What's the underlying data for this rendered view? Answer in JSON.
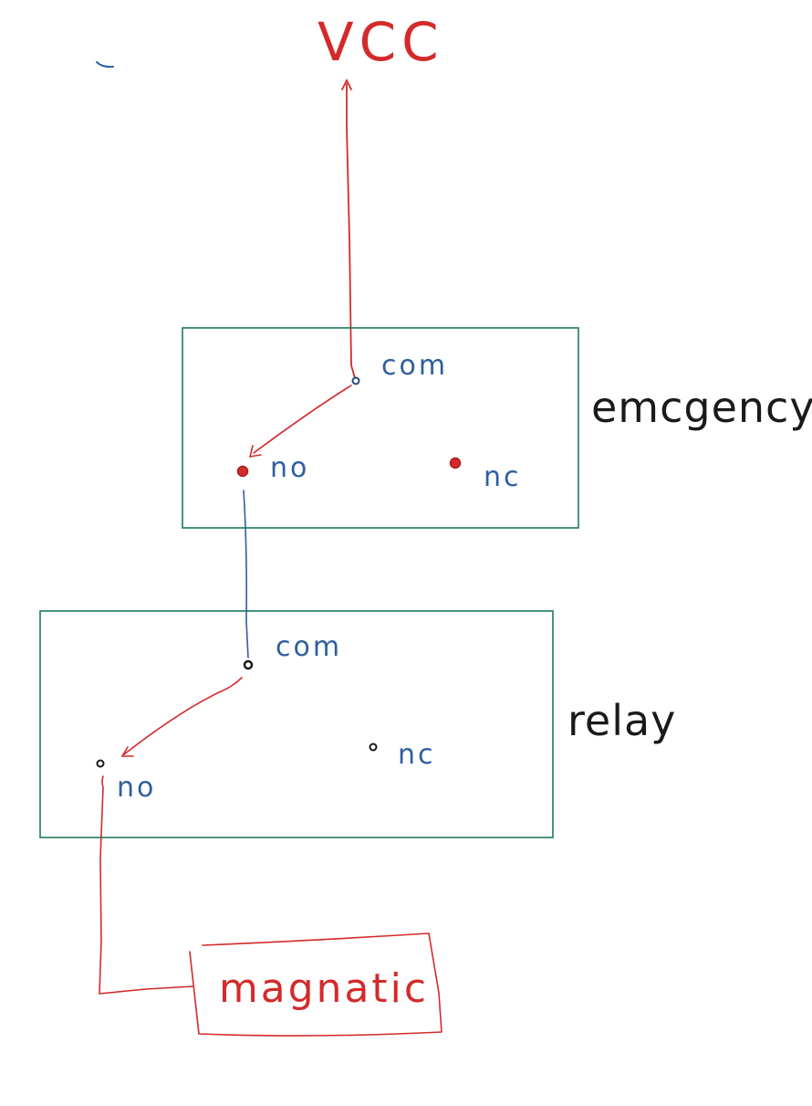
{
  "colors": {
    "red": "#d42a2a",
    "blue": "#2f5f9e",
    "dark_blue": "#264a80",
    "green": "#1e7a5e",
    "black": "#1a1a1a"
  },
  "supply": {
    "label": "VCC"
  },
  "emergency": {
    "name": "emcgency",
    "com_label": "com",
    "no_label": "no",
    "nc_label": "nc"
  },
  "relay": {
    "name": "relay",
    "com_label": "com",
    "no_label": "no",
    "nc_label": "nc"
  },
  "load": {
    "label": "magnatic"
  }
}
